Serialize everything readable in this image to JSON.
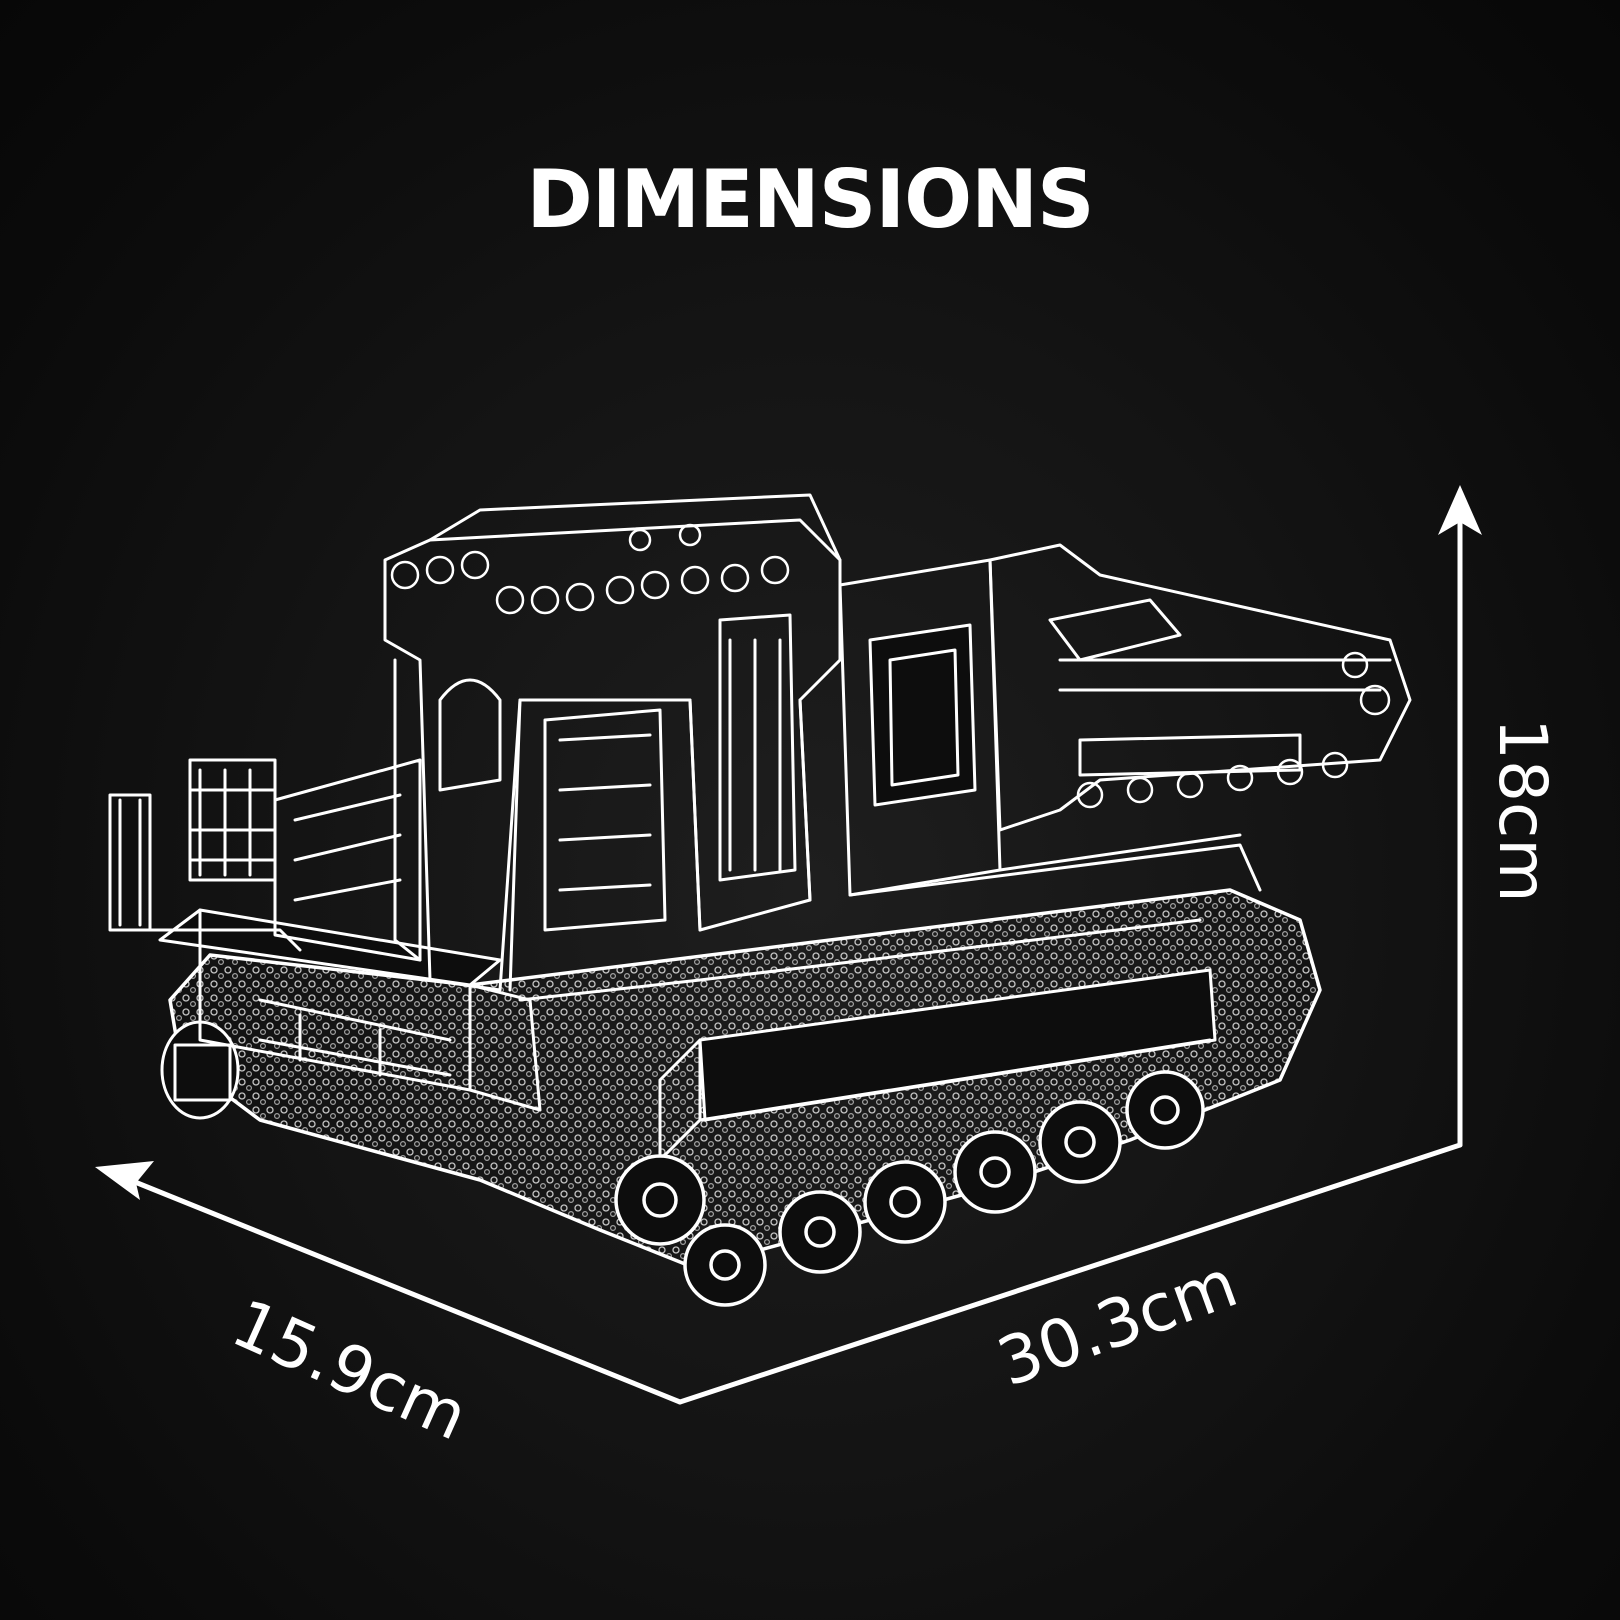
{
  "page": {
    "title": "DIMENSIONS",
    "background_color": "#0a0a0a",
    "line_color": "#ffffff"
  },
  "dimensions": {
    "depth": "15.9cm",
    "width": "30.3cm",
    "height": "18cm"
  },
  "illustration": {
    "subject": "tracked-vehicle-outline",
    "icon": "crawler-truck-line-drawing"
  }
}
